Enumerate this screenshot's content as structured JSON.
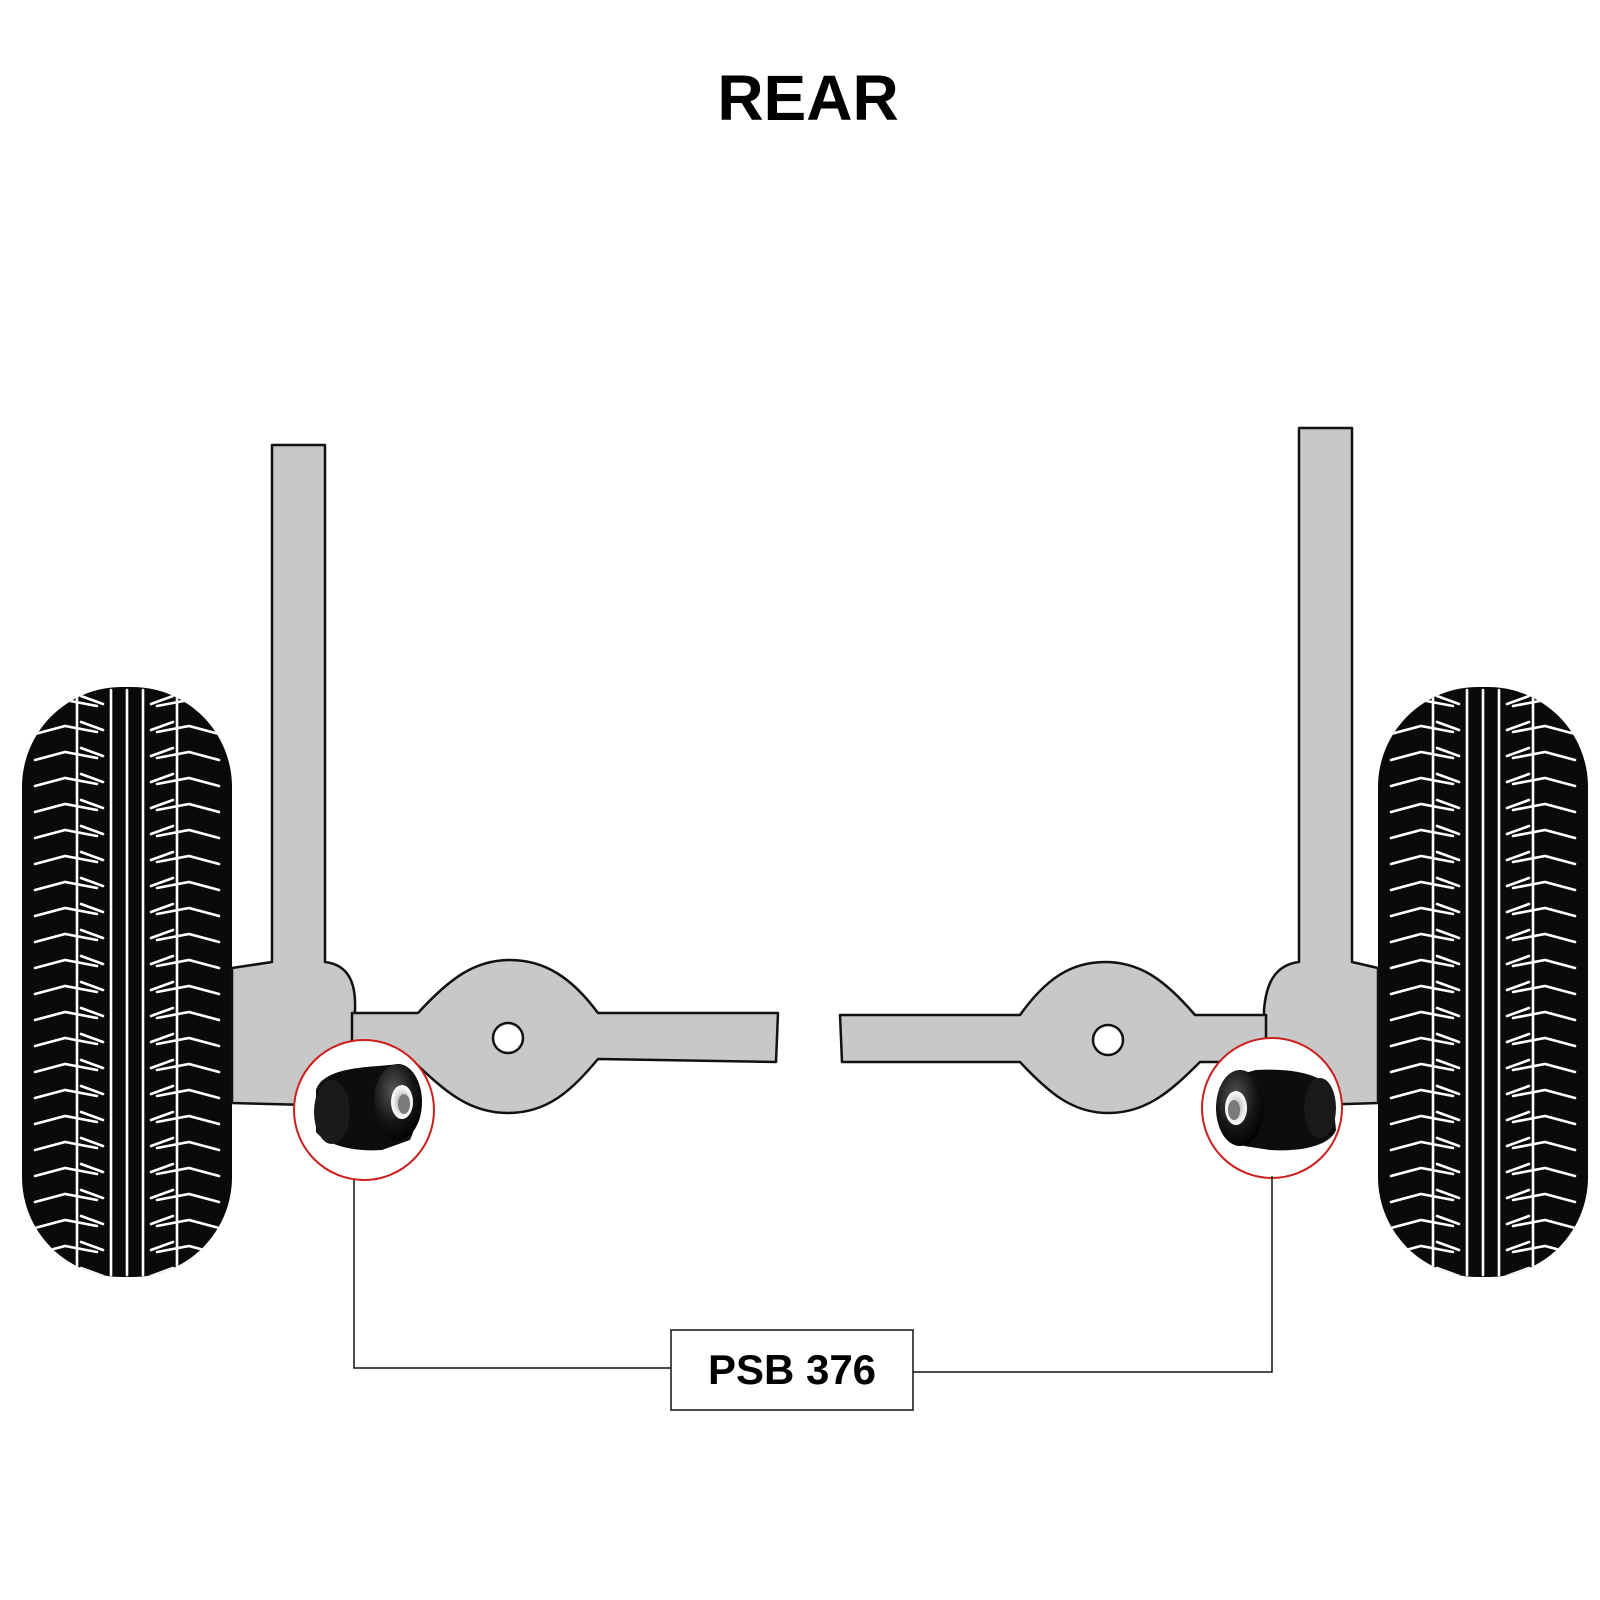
{
  "diagram": {
    "title": "REAR",
    "part_label": "PSB 376",
    "callouts": [
      {
        "side": "left",
        "part": "bush"
      },
      {
        "side": "right",
        "part": "bush"
      }
    ],
    "colors": {
      "metal": "#c8c8c8",
      "tyre": "#0a0a0a",
      "outline": "#111111",
      "callout_ring": "#cc1f1f",
      "bush": "#111111"
    }
  }
}
